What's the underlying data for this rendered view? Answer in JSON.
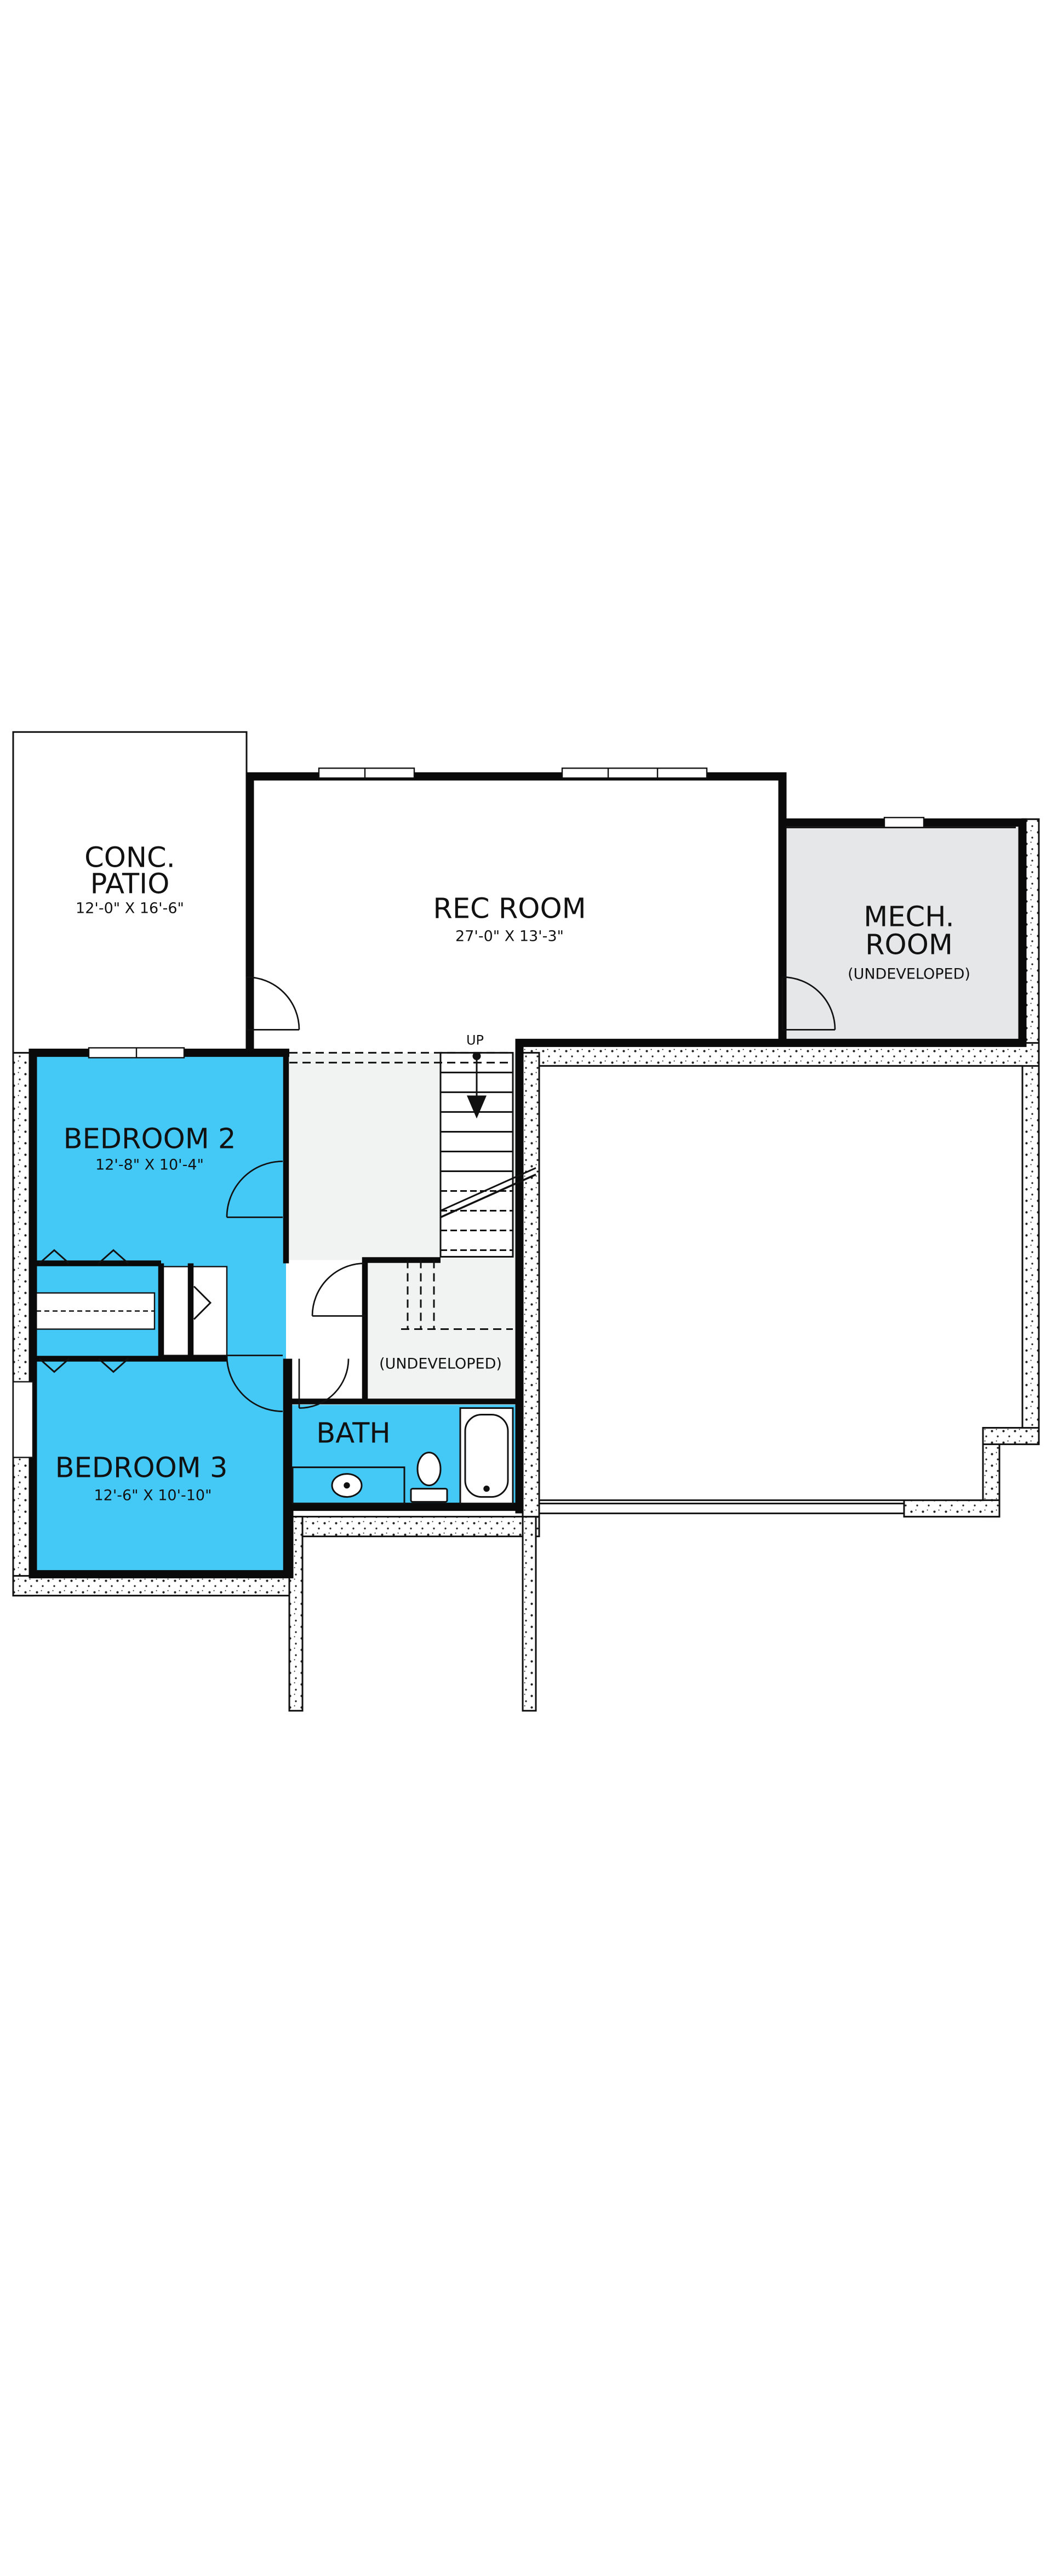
{
  "colors": {
    "background": "#ffffff",
    "wall": "#0a0a0a",
    "bedroom_fill": "#44c8f5",
    "mech_fill": "#e6e7e8",
    "hall_fill": "#f1f2f2",
    "foundation_dots": "#222222"
  },
  "rooms": {
    "patio": {
      "name_line1": "CONC.",
      "name_line2": "PATIO",
      "dims": "12'-0\"  X 16'-6\""
    },
    "rec_room": {
      "name": "REC ROOM",
      "dims": "27'-0\" X 13'-3\""
    },
    "mech_room": {
      "name_line1": "MECH.",
      "name_line2": "ROOM",
      "note": "(UNDEVELOPED)"
    },
    "bedroom2": {
      "name": "BEDROOM 2",
      "dims": "12'-8\" X 10'-4\""
    },
    "bedroom3": {
      "name": "BEDROOM 3",
      "dims": "12'-6\" X 10'-10\""
    },
    "bath": {
      "name": "BATH"
    },
    "storage": {
      "note": "(UNDEVELOPED)"
    }
  },
  "stairs": {
    "label": "UP"
  },
  "icons": {
    "door": "door-swing-icon",
    "closet": "bifold-door-icon",
    "window": "window-icon",
    "toilet": "toilet-icon",
    "sink": "sink-icon",
    "tub": "bathtub-icon",
    "arrow": "arrow-down-icon"
  }
}
